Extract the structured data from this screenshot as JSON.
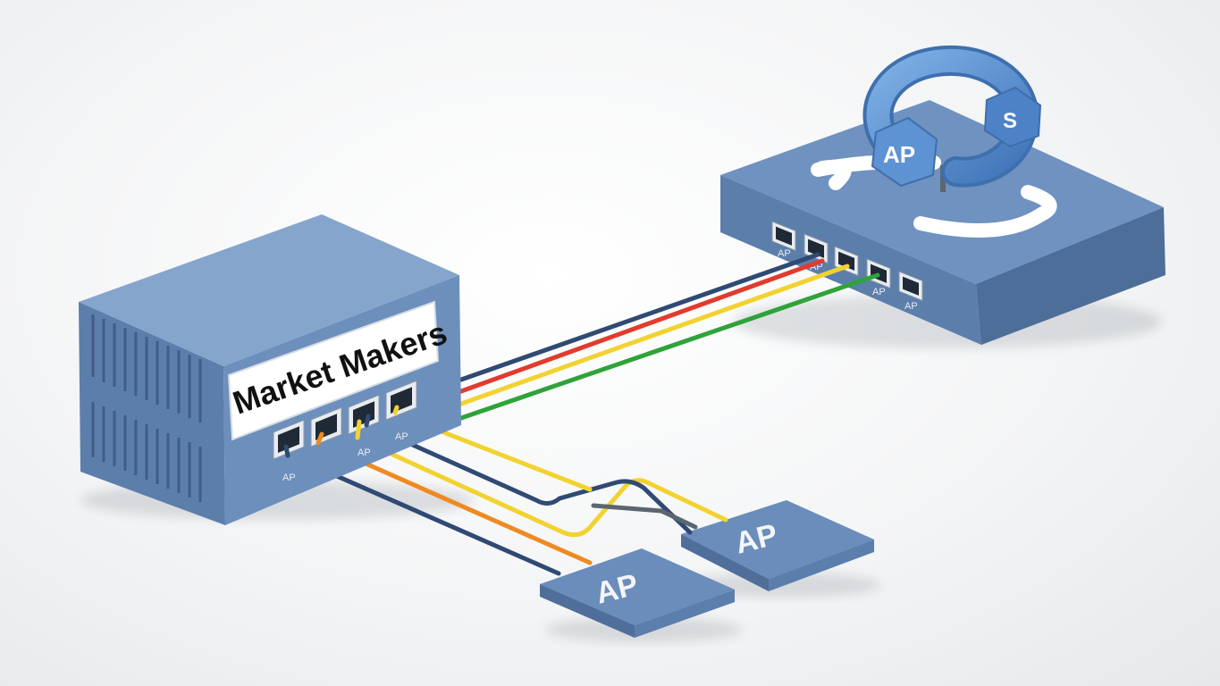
{
  "market_makers": {
    "title": "Market Makers",
    "port_labels": [
      "AP",
      "",
      "AP",
      "AP"
    ]
  },
  "switch": {
    "port_labels": [
      "AP",
      "AP",
      "",
      "AP",
      "AP"
    ],
    "ring": {
      "ap_label": "AP",
      "s_label": "S"
    }
  },
  "ap_pads": [
    {
      "label": "AP"
    },
    {
      "label": "AP"
    }
  ],
  "colors": {
    "device_body": "#6d8fbc",
    "device_dark": "#4f6f9a",
    "device_top": "#86a5cc",
    "cable_navy": "#2f4a73",
    "cable_red": "#e23b2e",
    "cable_yellow": "#f2d230",
    "cable_green": "#2fa33a",
    "cable_orange": "#ef8a22",
    "cable_gray": "#5c6670",
    "ring": "#5b8fd0"
  }
}
